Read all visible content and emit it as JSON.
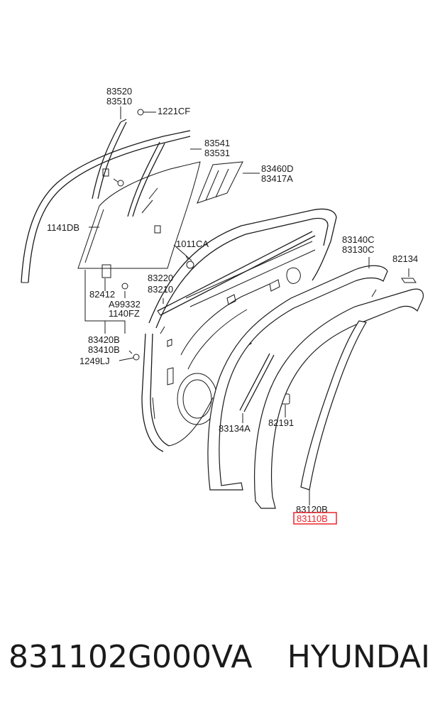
{
  "diagram": {
    "labels": {
      "p83520": "83520",
      "p83510": "83510",
      "p1221CF": "1221CF",
      "p83541": "83541",
      "p83531": "83531",
      "p83460D": "83460D",
      "p83417A": "83417A",
      "p1141DB": "1141DB",
      "p1011CA": "1011CA",
      "p83140C": "83140C",
      "p83130C": "83130C",
      "p82134": "82134",
      "p83220": "83220",
      "p83210": "83210",
      "p82412": "82412",
      "pA99332": "A99332",
      "p1140FZ": "1140FZ",
      "p83420B": "83420B",
      "p83410B": "83410B",
      "p1249LJ": "1249LJ",
      "p83134A": "83134A",
      "p82191": "82191",
      "p83120B": "83120B",
      "p83110B": "83110B"
    },
    "highlight_color": "#e8262b"
  },
  "footer": {
    "part_number": "831102G000VA",
    "brand": "HYUNDAI"
  }
}
